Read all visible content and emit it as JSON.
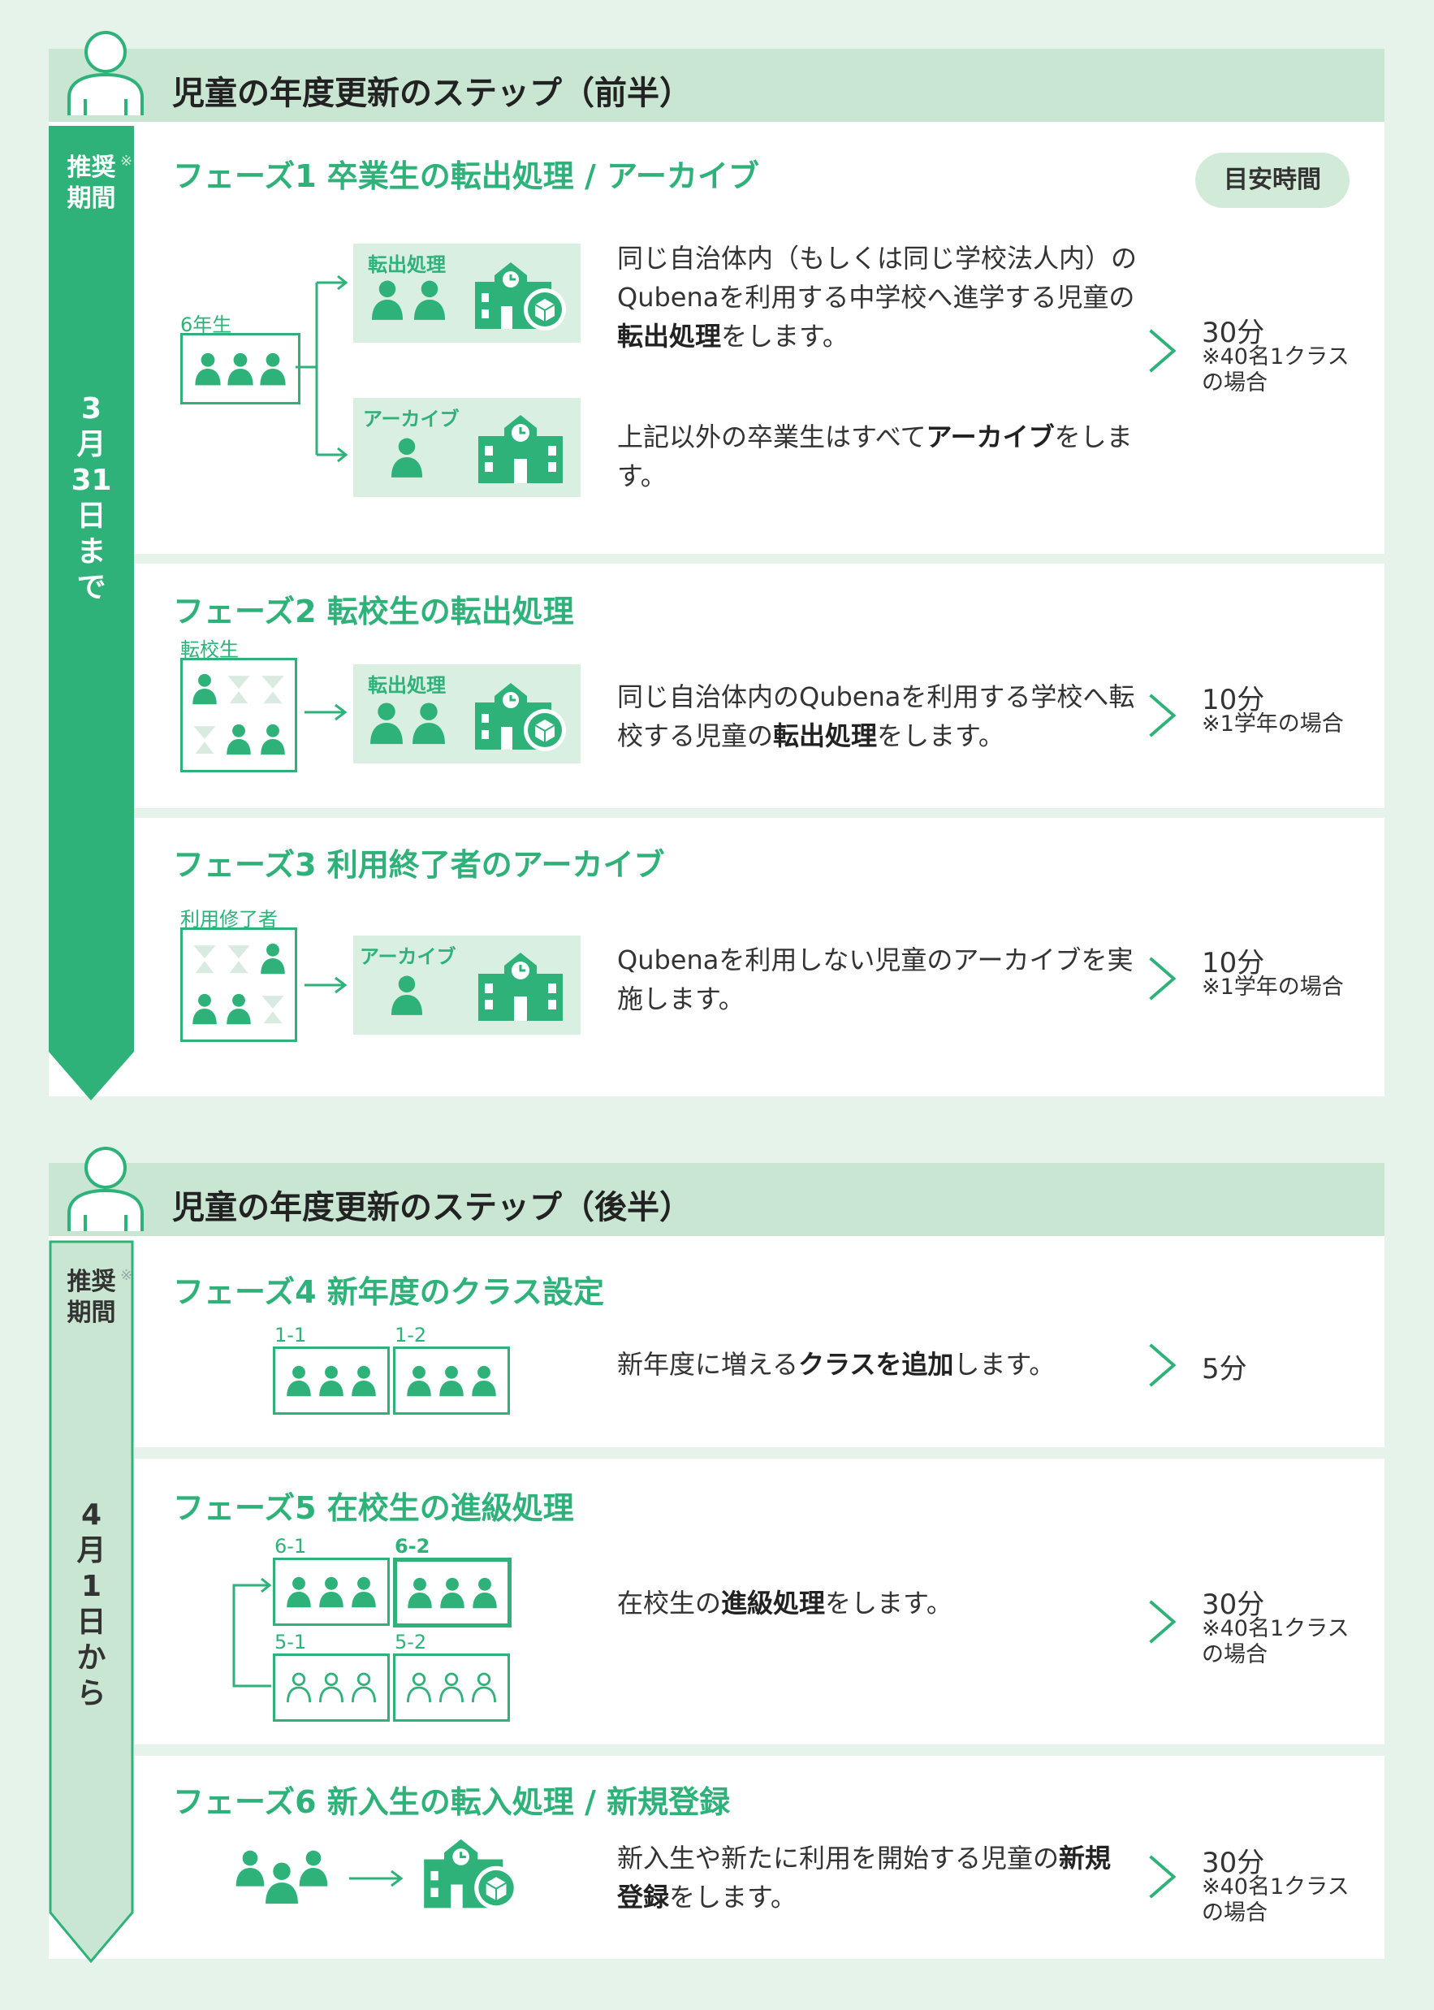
{
  "first_half": {
    "title": "児童の年度更新のステップ（前半）",
    "rec_label_1": "推奨",
    "rec_label_2": "期間",
    "rec_note": "※",
    "rec_date": [
      "3",
      "月",
      "31",
      "日",
      "ま",
      "で"
    ],
    "time_badge": "目安時間",
    "phase1": {
      "title": "フェーズ1 卒業生の転出処理 / アーカイブ",
      "grade_label": "6年生",
      "box1_label": "転出処理",
      "box2_label": "アーカイブ",
      "desc1_a": "同じ自治体内（もしくは同じ学校法人内）のQubenaを利用する中学校へ進学する児童の",
      "desc1_b": "転出処理",
      "desc1_c": "をします。",
      "desc2_a": "上記以外の卒業生はすべて",
      "desc2_b": "アーカイブ",
      "desc2_c": "をします。",
      "time": "30分",
      "note1": "※40名1クラス",
      "note2": "の場合"
    },
    "phase2": {
      "title": "フェーズ2 転校生の転出処理",
      "group_label": "転校生",
      "box_label": "転出処理",
      "desc_a": "同じ自治体内のQubenaを利用する学校へ転校する児童の",
      "desc_b": "転出処理",
      "desc_c": "をします。",
      "time": "10分",
      "note1": "※1学年の場合"
    },
    "phase3": {
      "title": "フェーズ3 利用終了者のアーカイブ",
      "group_label": "利用修了者",
      "box_label": "アーカイブ",
      "desc_a": "Qubenaを利用しない児童のアーカイブを実施します。",
      "time": "10分",
      "note1": "※1学年の場合"
    }
  },
  "second_half": {
    "title": "児童の年度更新のステップ（後半）",
    "rec_label_1": "推奨",
    "rec_label_2": "期間",
    "rec_note": "※",
    "rec_date": [
      "4",
      "月",
      "1",
      "日",
      "か",
      "ら"
    ],
    "phase4": {
      "title": "フェーズ4 新年度のクラス設定",
      "class1": "1-1",
      "class2": "1-2",
      "desc_a": "新年度に増える",
      "desc_b": "クラスを追加",
      "desc_c": "します。",
      "time": "5分"
    },
    "phase5": {
      "title": "フェーズ5 在校生の進級処理",
      "class_a": "6-1",
      "class_b": "6-2",
      "class_c": "5-1",
      "class_d": "5-2",
      "desc_a": "在校生の",
      "desc_b": "進級処理",
      "desc_c": "をします。",
      "time": "30分",
      "note1": "※40名1クラス",
      "note2": "の場合"
    },
    "phase6": {
      "title": "フェーズ6 新入生の転入処理 / 新規登録",
      "desc_a": "新入生や新たに利用を開始する児童の",
      "desc_b": "新規登録",
      "desc_c": "をします。",
      "time": "30分",
      "note1": "※40名1クラス",
      "note2": "の場合"
    }
  },
  "colors": {
    "accent": "#2eb27a",
    "header_bg": "#c9e6d3",
    "page_bg": "#e6f3ea",
    "icon_panel_bg": "#d9efe1"
  }
}
